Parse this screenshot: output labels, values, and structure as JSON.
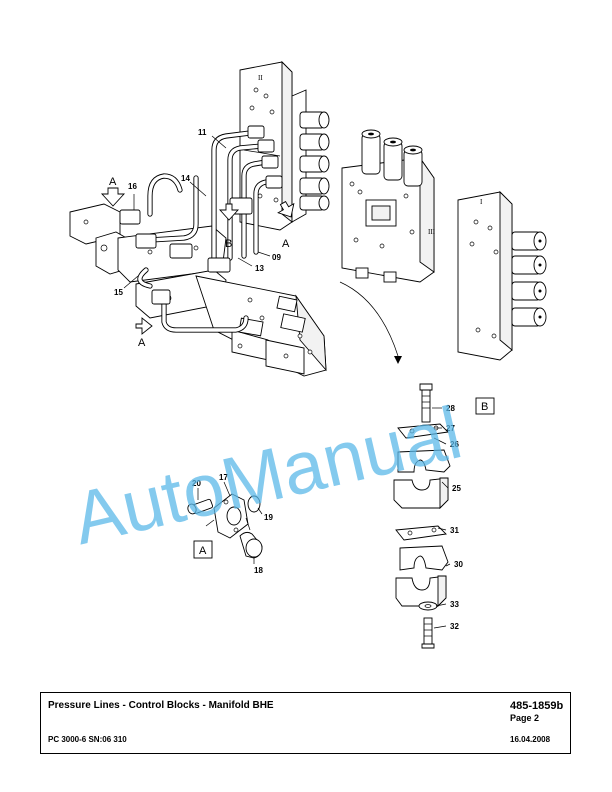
{
  "diagram": {
    "callouts": [
      "11",
      "14",
      "16",
      "15",
      "13",
      "09",
      "28",
      "27",
      "26",
      "25",
      "31",
      "30",
      "33",
      "32",
      "20",
      "17",
      "19",
      "18"
    ],
    "view_letters": {
      "a": "A",
      "b": "B"
    },
    "roman_numerals": [
      "II",
      "III",
      "I"
    ],
    "watermark": "AutoManual"
  },
  "title_block": {
    "title": "Pressure Lines - Control Blocks - Manifold BHE",
    "drawing_number": "485-1859b",
    "page": "Page 2",
    "model": "PC 3000-6 SN:06 310",
    "date": "16.04.2008"
  }
}
